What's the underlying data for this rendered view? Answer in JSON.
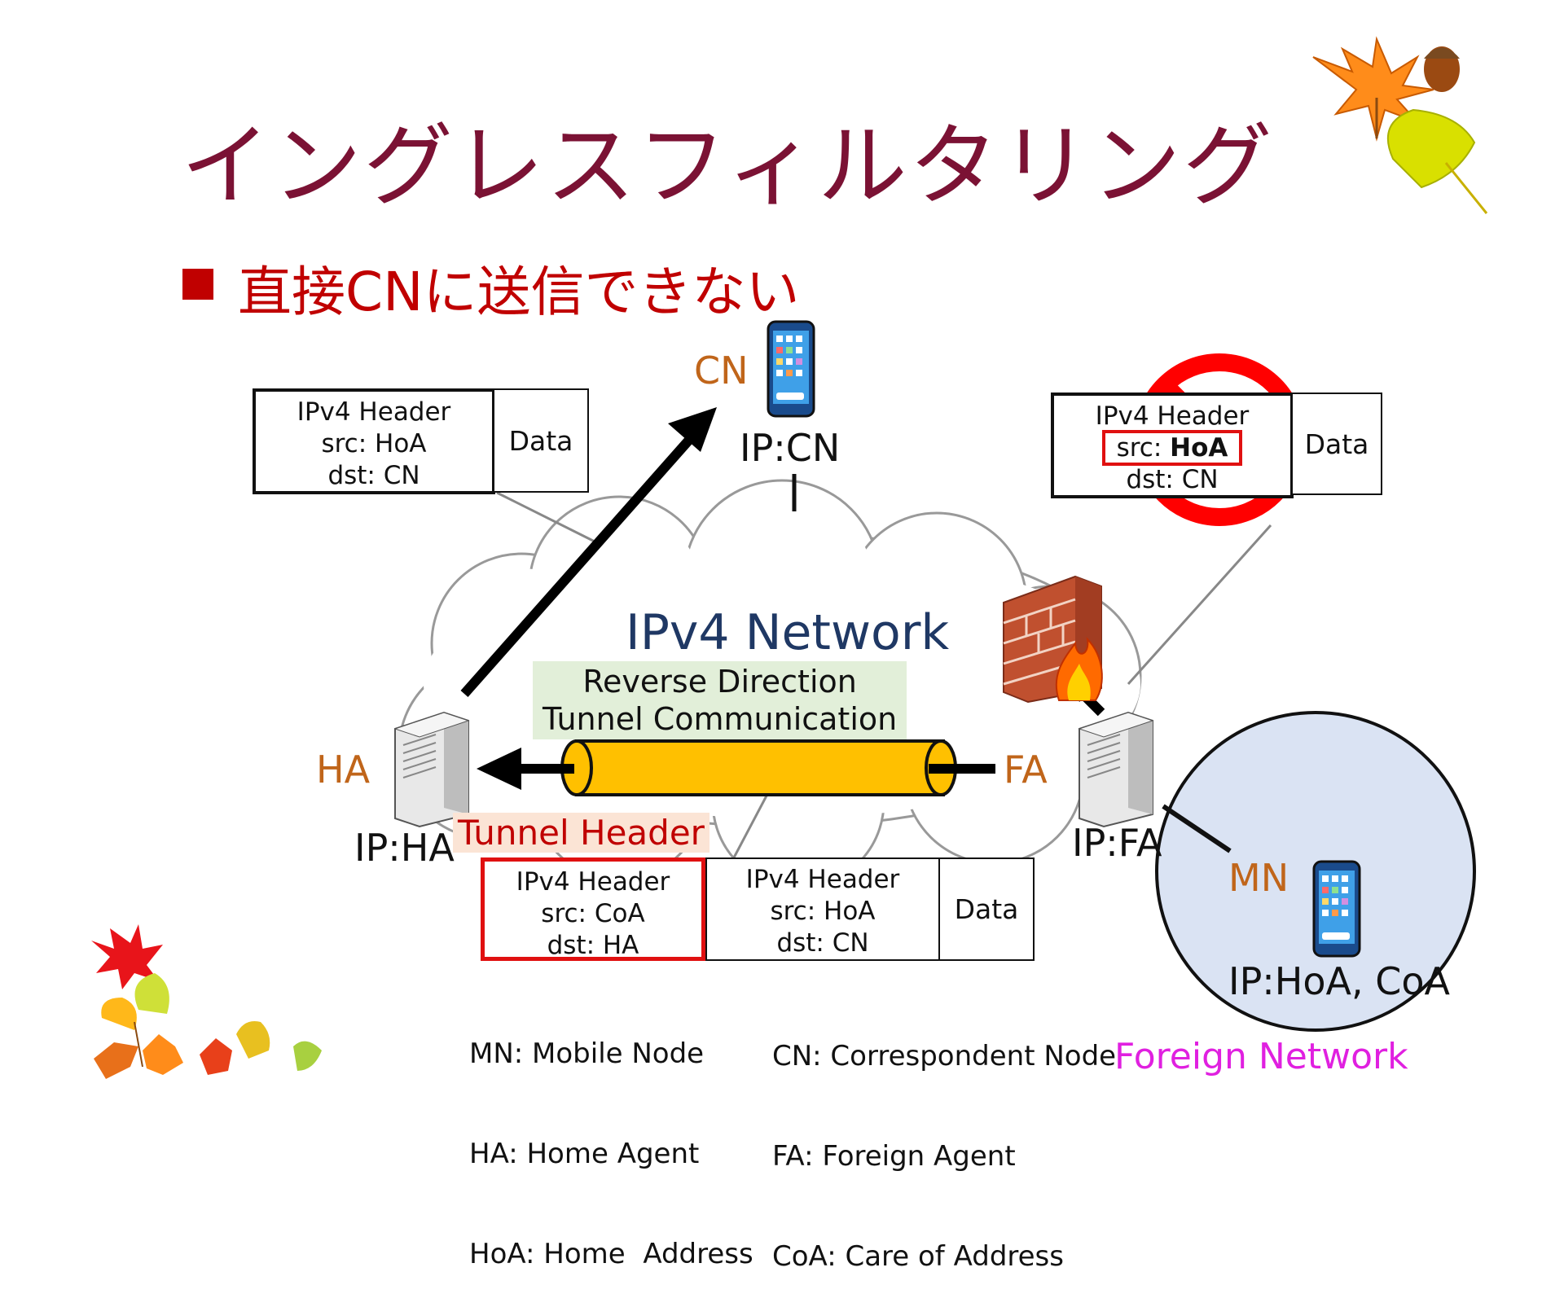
{
  "title": "イングレスフィルタリング",
  "bullet": "直接CNに送信できない",
  "network": {
    "label": "IPv4 Network",
    "reverse_line1": "Reverse Direction",
    "reverse_line2": "Tunnel Communication"
  },
  "nodes": {
    "cn": {
      "name": "CN",
      "ip": "IP:CN"
    },
    "ha": {
      "name": "HA",
      "ip": "IP:HA"
    },
    "fa": {
      "name": "FA",
      "ip": "IP:FA"
    },
    "mn": {
      "name": "MN",
      "ip": "IP:HoA, CoA"
    }
  },
  "packet_left": {
    "line1": "IPv4 Header",
    "line2": "src: HoA",
    "line3": "dst: CN",
    "data": "Data"
  },
  "packet_right": {
    "line1": "IPv4 Header",
    "line2_a": "src: ",
    "line2_b": "HoA",
    "line3": "dst: CN",
    "data": "Data"
  },
  "tunnel_header_label": "Tunnel Header",
  "packet_bottom": {
    "outer": {
      "line1": "IPv4 Header",
      "line2": "src: CoA",
      "line3": "dst: HA"
    },
    "inner": {
      "line1": "IPv4 Header",
      "line2": "src: HoA",
      "line3": "dst: CN"
    },
    "data": "Data"
  },
  "legend": {
    "left": [
      "MN: Mobile Node",
      "HA: Home Agent",
      "HoA: Home  Address"
    ],
    "right": [
      "CN: Correspondent Node",
      "FA: Foreign Agent",
      "CoA: Care of Address"
    ]
  },
  "foreign_network": "Foreign Network",
  "colors": {
    "title": "#7b1234",
    "bullet": "#c00000",
    "node_label": "#c0651a",
    "network": "#1f3864",
    "tunnel": "#ffc000",
    "foreign_circle": "#dae3f3",
    "prohibit": "#ff0000",
    "foreign_label": "#e020e0"
  },
  "icons": [
    "smartphone-icon",
    "server-icon",
    "firewall-icon",
    "prohibited-icon",
    "autumn-leaves-icon"
  ]
}
